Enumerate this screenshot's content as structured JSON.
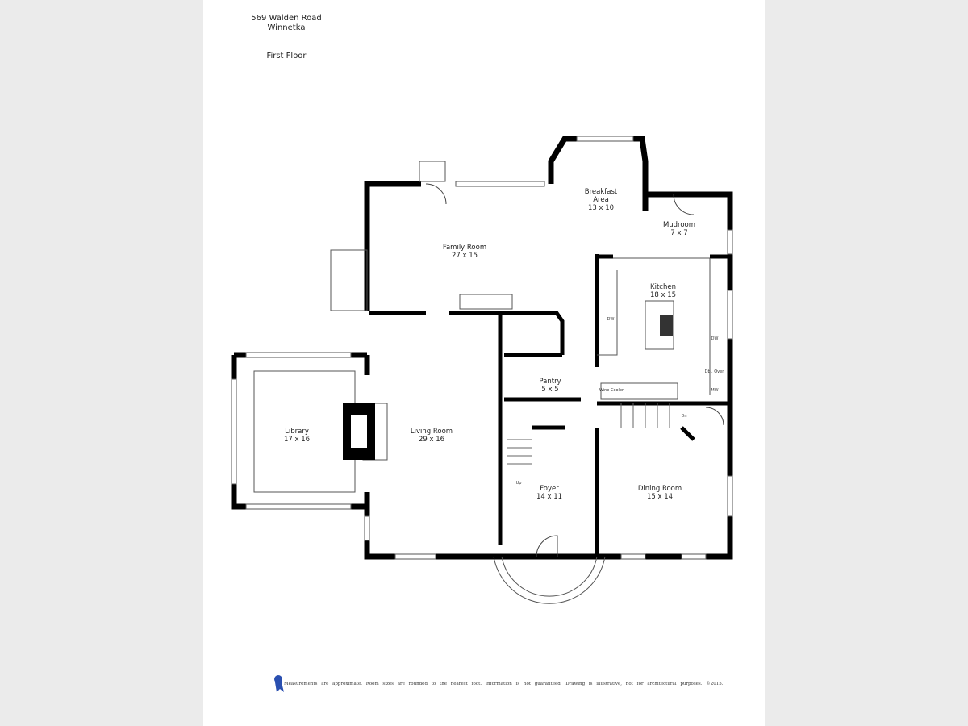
{
  "header": {
    "address_line1": "569 Walden Road",
    "address_line2": "Winnetka",
    "floor": "First Floor"
  },
  "rooms": {
    "breakfast": {
      "name_line1": "Breakfast",
      "name_line2": "Area",
      "size": "13 x 10"
    },
    "mudroom": {
      "name": "Mudroom",
      "size": "7 x 7"
    },
    "family": {
      "name": "Family Room",
      "size": "27 x 15"
    },
    "kitchen": {
      "name": "Kitchen",
      "size": "18 x 15"
    },
    "pantry": {
      "name": "Pantry",
      "size": "5 x 5"
    },
    "library": {
      "name": "Library",
      "size": "17 x 16"
    },
    "living": {
      "name": "Living Room",
      "size": "29 x 16"
    },
    "foyer": {
      "name": "Foyer",
      "size": "14 x 11"
    },
    "dining": {
      "name": "Dining Room",
      "size": "15 x 14"
    }
  },
  "fixtures": {
    "dw": "DW",
    "dw2": "DW",
    "oven": "Dbl. Oven",
    "mw": "MW",
    "wine": "Wine Cooler",
    "up": "Up",
    "dn": "Dn"
  },
  "footer": {
    "disclaimer": "Measurements are approximate. Room sizes are rounded to the nearest foot. Information is not guaranteed. Drawing is illustrative, not for architectural purposes. ©2015."
  }
}
